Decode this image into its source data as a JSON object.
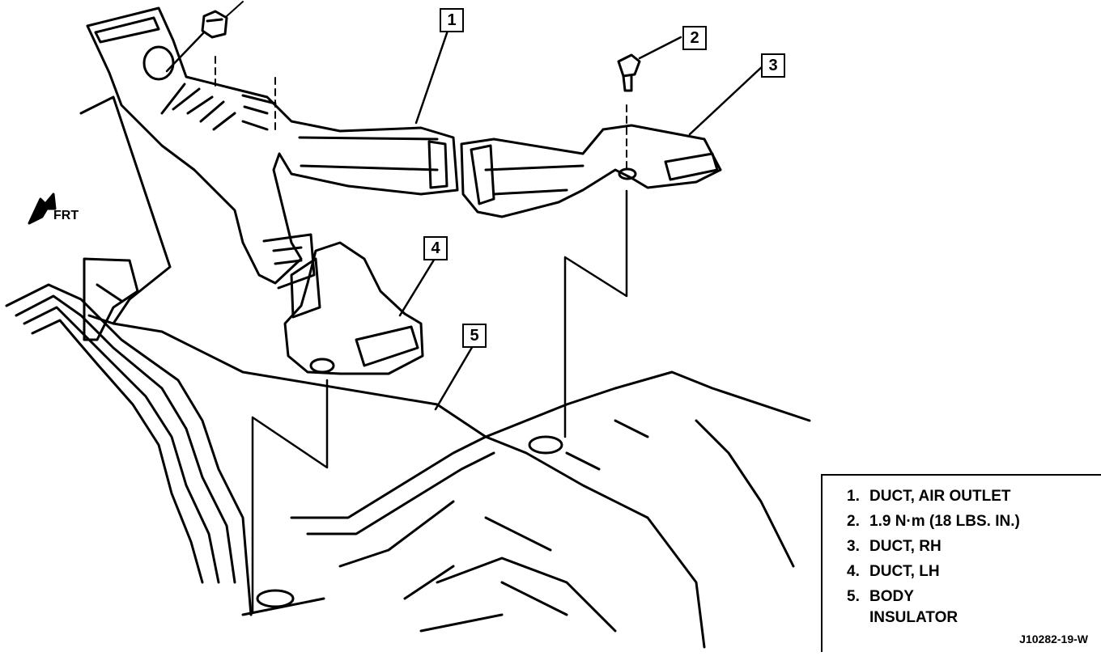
{
  "diagram": {
    "direction_label": "FRT",
    "callouts": [
      "1",
      "2",
      "3",
      "4",
      "5"
    ],
    "legend": [
      {
        "num": "1.",
        "text": "DUCT, AIR OUTLET"
      },
      {
        "num": "2.",
        "text": "1.9 N·m (18 LBS. IN.)"
      },
      {
        "num": "3.",
        "text": "DUCT, RH"
      },
      {
        "num": "4.",
        "text": "DUCT, LH"
      },
      {
        "num": "5.",
        "text": "BODY\nINSULATOR"
      }
    ],
    "figure_id": "J10282-19-W"
  }
}
